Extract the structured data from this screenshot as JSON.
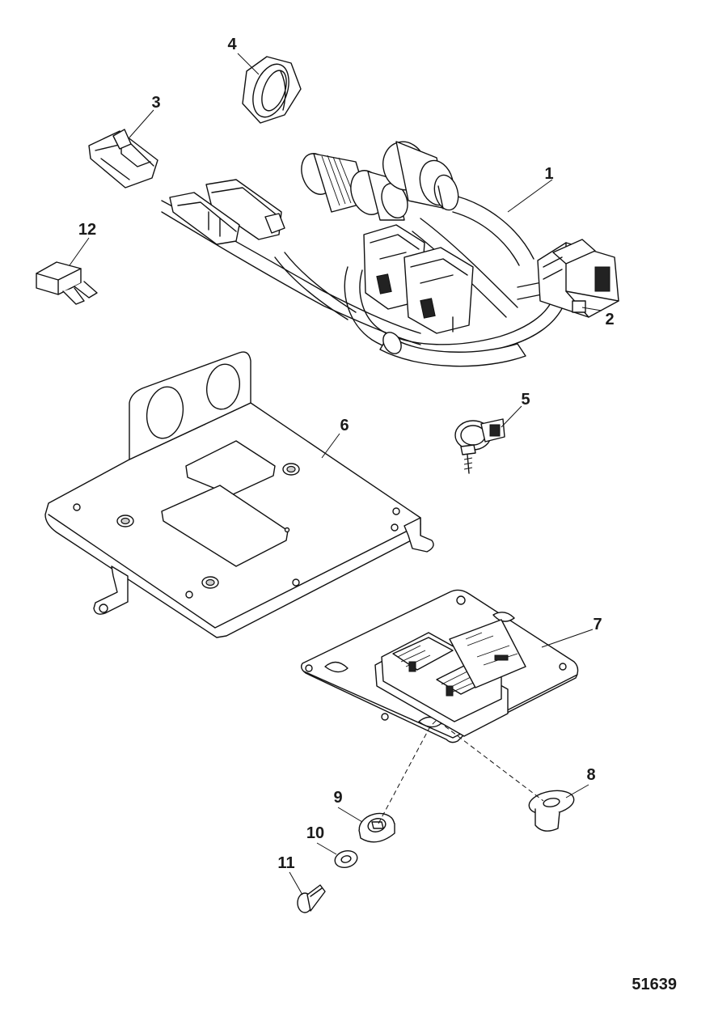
{
  "figure_number": "51639",
  "callouts": [
    "1",
    "2",
    "3",
    "4",
    "5",
    "6",
    "7",
    "8",
    "9",
    "10",
    "11",
    "12"
  ]
}
